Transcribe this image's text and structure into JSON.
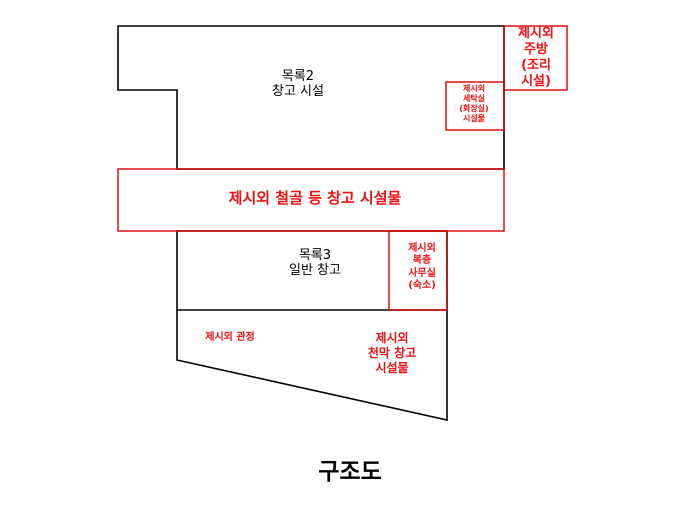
{
  "document": {
    "title": "구조도",
    "colors": {
      "outline_black": "#000000",
      "annotation_red": "#ee1111",
      "background": "#ffffff"
    }
  },
  "building_outline": {
    "upper_block_label": "목록2\n창고 시설",
    "lower_block_label": "목록3\n일반 창고"
  },
  "annotations": {
    "kitchen": "제시외\n주방\n(조리\n시설)",
    "laundry": "제시외\n세탁실\n(화장실)\n시설물",
    "steel_warehouse": "제시외 철골 등 창고 시설물",
    "office": "제시외\n복층\n사무실\n(숙소)",
    "well": "제시외 관정",
    "tent_warehouse": "제시외\n천막 창고\n시설물"
  }
}
